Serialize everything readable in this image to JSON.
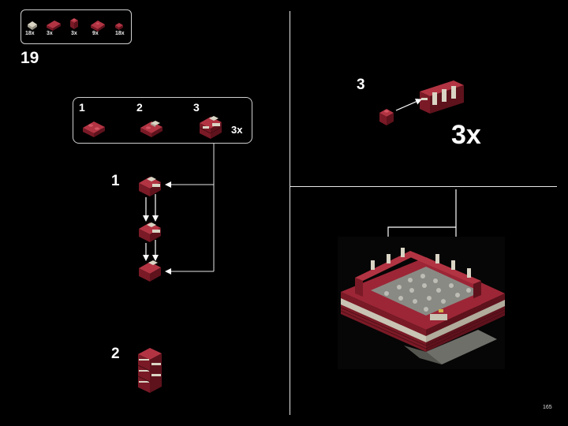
{
  "parts": [
    {
      "count": "18x",
      "color": "#c9c4b4",
      "kind": "tile-1x1"
    },
    {
      "count": "3x",
      "color": "#8e1f2d",
      "kind": "plate-1x2"
    },
    {
      "count": "3x",
      "color": "#8e1f2d",
      "kind": "brick-1x1"
    },
    {
      "count": "9x",
      "color": "#8e1f2d",
      "kind": "plate-1x2-offset"
    },
    {
      "count": "18x",
      "color": "#8e1f2d",
      "kind": "plate-1x1"
    }
  ],
  "step_number": "19",
  "sub_steps": {
    "labels": [
      "1",
      "2",
      "3"
    ],
    "multiplier": "3x"
  },
  "build_labels": [
    "1",
    "2"
  ],
  "right_step": {
    "label": "3",
    "multiplier": "3x"
  },
  "page_number": "165",
  "colors": {
    "background": "#000000",
    "brick_red": "#8e1f2d",
    "brick_red_light": "#b83a48",
    "tan": "#c9c4b4",
    "dark_gray": "#6f6f6a",
    "line": "#e6e6e6"
  }
}
